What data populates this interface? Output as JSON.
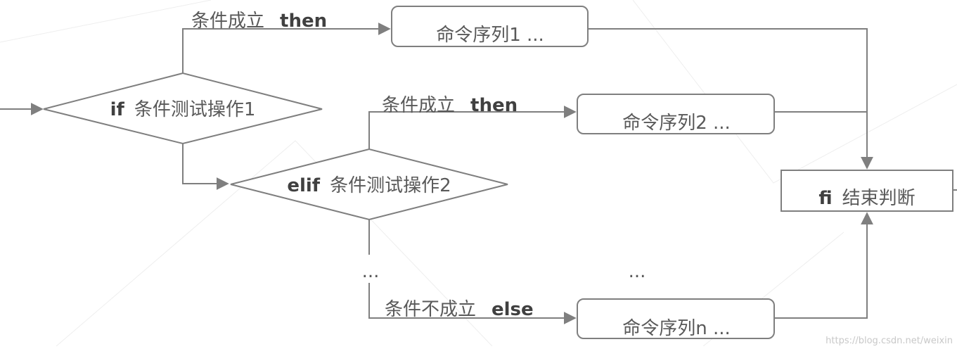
{
  "diagram": {
    "if_node": {
      "keyword": "if",
      "text": "条件测试操作1"
    },
    "elif_node": {
      "keyword": "elif",
      "text": "条件测试操作2"
    },
    "branch_then_1": {
      "text": "条件成立",
      "keyword": "then"
    },
    "branch_then_2": {
      "text": "条件成立",
      "keyword": "then"
    },
    "branch_else": {
      "text": "条件不成立",
      "keyword": "else"
    },
    "cmd_1": "命令序列1 ...",
    "cmd_2": "命令序列2 ...",
    "cmd_n": "命令序列n ...",
    "ellipsis_left": "...",
    "ellipsis_mid": "...",
    "fi_node": {
      "keyword": "fi",
      "text": "结束判断"
    }
  },
  "watermark": "https://blog.csdn.net/weixin",
  "colors": {
    "line": "#7f7f7f",
    "text": "#595959",
    "keyword": "#404040",
    "background": "#ffffff"
  }
}
